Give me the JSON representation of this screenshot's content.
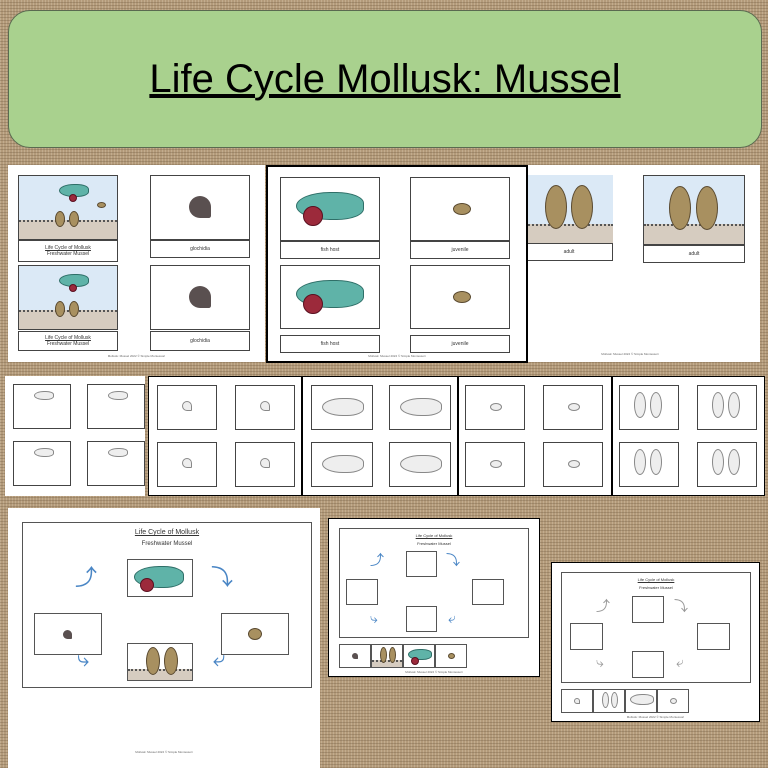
{
  "title": "Life Cycle Mollusk: Mussel",
  "cards": {
    "title_label": "Life Cycle of Mollusk",
    "subtitle_label": "Freshwater Mussel",
    "glochidia": "glochidia",
    "fish_host": "fish host",
    "juvenile": "juvenile",
    "adult": "adult"
  },
  "footer": "Mollusk: Mussel 2022 © Simple Montessori",
  "colors": {
    "banner": "#a9d18e",
    "arrow": "#4a86c5",
    "water": "#dbe9f6",
    "fish": "#5fb3a8"
  }
}
